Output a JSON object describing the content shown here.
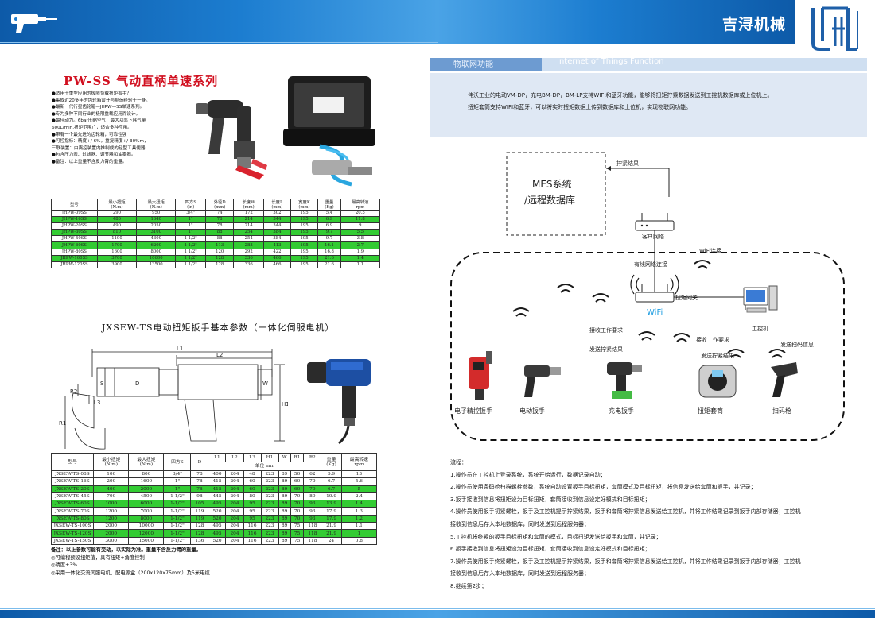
{
  "header": {
    "brand": "吉浔机械"
  },
  "pw": {
    "title": "PW-SS 气动直柄单速系列",
    "bullets": [
      "●适用于重型应用的极限负载扭矩扳手？",
      "●集成近20多年的齿轮箱设计与制造经验于一身。",
      "●最新一代行星齿轮箱—JHPW—SS单速系列。",
      "●专为多种不同行业的极限重载应用而设计。",
      "●最佳动力。6bar压缩空气，最大功率下耗气量",
      "  600L/min,扭矩范围广，适合多种应用。",
      "●带有一个最先进的齿轮箱，可靠性强",
      "●可控指标：精度+/-6%，重复精度+/-30%m，",
      "  三联装置：由离控装置内推制成的轻型工具便器",
      "●包含压力表、过滤器、调节器和油雾器。",
      "●备注：以上重量不含反力臂的重量。"
    ],
    "table": {
      "headers": [
        "型号",
        "最小扭矩\n(N.m)",
        "最大扭矩\n(N.m)",
        "四方S\n(in)",
        "外径D\n(mm)",
        "长度W\n(mm)",
        "长度L\n(mm)",
        "宽度K\n(mm)",
        "重量\n(Kg)",
        "最高转速\nrpm"
      ],
      "rows": [
        [
          "JHPW-09SS",
          "290",
          "950",
          "3/4\"",
          "74",
          "172",
          "302",
          "195",
          "5.4",
          "20.5"
        ],
        [
          "JHPW-16SS",
          "480",
          "1640",
          "1\"",
          "78",
          "214",
          "344",
          "195",
          "6.9",
          "11.8"
        ],
        [
          "JHPW-20SS",
          "490",
          "2050",
          "1\"",
          "78",
          "214",
          "344",
          "195",
          "6.9",
          "9"
        ],
        [
          "JHPW-30SS",
          "810",
          "3100",
          "1\"",
          "88",
          "254",
          "384",
          "195",
          "9.7",
          "5.5"
        ],
        [
          "JHPW-40SS",
          "1190",
          "4300",
          "1 1/2\"",
          "88",
          "254",
          "384",
          "195",
          "9.7",
          "3.8"
        ],
        [
          "JHPW-60SS",
          "1700",
          "6200",
          "1 1/2\"",
          "113",
          "283",
          "413",
          "195",
          "16.1",
          "2.7"
        ],
        [
          "JHPW-80SS",
          "1600",
          "8000",
          "1 1/2\"",
          "120",
          "292",
          "422",
          "195",
          "16.8",
          "1.9"
        ],
        [
          "JHPW-100SS",
          "3700",
          "10600",
          "1 1/2\"",
          "128",
          "336",
          "466",
          "195",
          "21.6",
          "1.4"
        ],
        [
          "JHPW-120SS",
          "3900",
          "13500",
          "1 1/2\"",
          "128",
          "336",
          "466",
          "195",
          "21.6",
          "1.1"
        ]
      ],
      "green_rows": [
        1,
        3,
        5,
        7
      ]
    }
  },
  "jx": {
    "title": "JXSEW-TS电动扭矩扳手基本参数（一体化伺服电机）",
    "dims": [
      "L1",
      "L2",
      "L3",
      "R1",
      "R2",
      "W",
      "H1",
      "S",
      "D"
    ],
    "table": {
      "headers": [
        "型号",
        "最小扭矩\n(N.m)",
        "最大扭矩\n(N.m)",
        "四方S",
        "D",
        "L1",
        "L2",
        "L3",
        "H1",
        "W",
        "R1",
        "R2",
        "重量\n(Kg)",
        "最高转速\nrpm"
      ],
      "unit_row": "单位 mm",
      "rows": [
        [
          "JXSEW-TS-08S",
          "100",
          "800",
          "3/4\"",
          "78",
          "400",
          "204",
          "48",
          "223",
          "89",
          "50",
          "62",
          "5.9",
          "13"
        ],
        [
          "JXSEW-TS-16S",
          "200",
          "1600",
          "1\"",
          "78",
          "415",
          "204",
          "60",
          "223",
          "89",
          "60",
          "70",
          "6.7",
          "5.6"
        ],
        [
          "JXSEW-TS-20S",
          "400",
          "2000",
          "1\"",
          "78",
          "415",
          "204",
          "60",
          "223",
          "89",
          "60",
          "70",
          "6.7",
          "5"
        ],
        [
          "JXSEW-TS-45S",
          "700",
          "4500",
          "1-1/2\"",
          "98",
          "445",
          "204",
          "80",
          "223",
          "89",
          "70",
          "80",
          "10.9",
          "2.4"
        ],
        [
          "JXSEW-TS-60S",
          "1000",
          "6000",
          "1-1/2\"",
          "105",
          "495",
          "204",
          "95",
          "223",
          "89",
          "70",
          "93",
          "13.9",
          "1.4"
        ],
        [
          "JXSEW-TS-70S",
          "1200",
          "7000",
          "1-1/2\"",
          "119",
          "520",
          "204",
          "95",
          "223",
          "89",
          "70",
          "93",
          "17.9",
          "1.3"
        ],
        [
          "JXSEW-TS-80S",
          "1200",
          "8000",
          "1-1/2\"",
          "119",
          "520",
          "204",
          "95",
          "223",
          "89",
          "70",
          "93",
          "17.9",
          "1.2"
        ],
        [
          "JXSEW-TS-100S",
          "2000",
          "10000",
          "1-1/2\"",
          "128",
          "495",
          "204",
          "116",
          "223",
          "89",
          "75",
          "118",
          "21.9",
          "1.1"
        ],
        [
          "JXSEW-TS-120S",
          "2000",
          "12000",
          "1-1/2\"",
          "128",
          "495",
          "204",
          "116",
          "223",
          "89",
          "75",
          "118",
          "21.9",
          "1"
        ],
        [
          "JXSEW-TS-150S",
          "3000",
          "15000",
          "1-1/2\"",
          "136",
          "520",
          "204",
          "116",
          "223",
          "89",
          "75",
          "118",
          "24",
          "0.8"
        ]
      ],
      "green_rows": [
        2,
        4,
        6,
        8
      ]
    },
    "notes": [
      "备注：以上参数可能有变动，以实际为准。重量不含反力臂的重量。",
      "◎可编程预设扭矩值，具有扭矩+角度控制",
      "◎精度±3%",
      "◎采用一体化交流伺服电机，配电源盒（200x120x75mm）及5米电缆"
    ]
  },
  "iot": {
    "title_cn": "物联网功能",
    "title_en": "Internet of Things Function",
    "lines": [
      "伟沃工业的电动VM-DP，充电BM-DP，BM-LP支持WIFI和蓝牙功能，能够将扭矩拧紧数据发送到工控机数据库或上位机上。",
      "扭矩套筒支持WIFI和蓝牙，可以将实时扭矩数据上传到数据库和上位机，实现物联网功能。"
    ]
  },
  "diagram": {
    "mes_line1": "MES系统",
    "mes_line2": "/远程数据库",
    "tighten_result": "拧紧结果",
    "client_network": "客户网络",
    "wired_link": "有线网络连接",
    "wifi_link": "WiFi连接",
    "torque_gateway": "扭矩网关",
    "wifi_text": "WiFi",
    "ipc": "工控机",
    "recv_req_1": "接收工作要求",
    "send_result_1": "发送拧紧结果",
    "recv_req_2": "接收工作要求",
    "send_result_2": "发送拧紧结果",
    "send_scan": "发送扫码信息",
    "tools": [
      "电子精控扳手",
      "电动扳手",
      "充电扳手",
      "扭矩套筒",
      "扫码枪"
    ]
  },
  "process": [
    "流程：",
    "1.操作员在工控机上登录系统，系统开始运行，数据记录自动；",
    "2.操作员使用条码枪扫描螺栓参数，系统自动设置扳手目标扭矩，套筒模式及目标扭矩，将信息发送给套筒和扳手，并记录；",
    "3.扳手接收到信息将扭矩设为目标扭矩，套筒接收到信息设定好模式和目标扭矩；",
    "4.操作员使用扳手初紧螺栓，扳手及工控机提示拧紧结果，扳手和套筒将拧紧信息发送给工控机，并将工作结果记录到扳手内部存储器；工控机",
    "接收到信息后存入本地数据库，同时发送到远程服务器；",
    "5.工控机将终紧的扳手目标扭矩和套筒的模式，目标扭矩发送给扳手和套筒，并记录；",
    "6.扳手接收到信息将扭矩设为目标扭矩，套筒接收到信息设定好模式和目标扭矩；",
    "7.操作员使用扳手终紧螺栓，扳手及工控机提示拧紧结果，扳手和套筒将拧紧信息发送给工控机，并将工作结果记录到扳手内部存储器；工控机",
    "接收到信息后存入本地数据库，同时发送到远程服务器；",
    "8.继续第2步；"
  ]
}
